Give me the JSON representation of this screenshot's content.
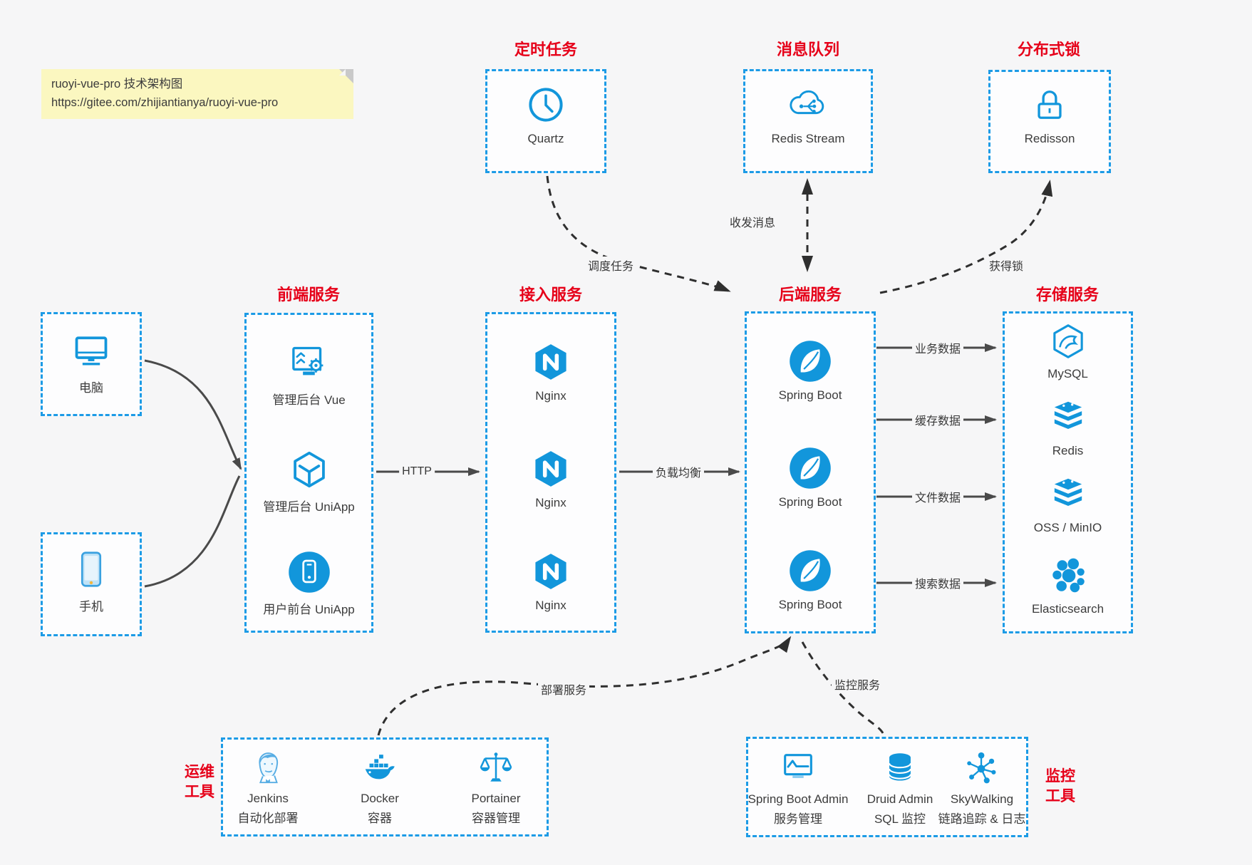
{
  "note": {
    "line1": "ruoyi-vue-pro 技术架构图",
    "line2": "https://gitee.com/zhijiantianya/ruoyi-vue-pro"
  },
  "top_services": [
    {
      "title": "定时任务",
      "label": "Quartz"
    },
    {
      "title": "消息队列",
      "label": "Redis Stream"
    },
    {
      "title": "分布式锁",
      "label": "Redisson"
    }
  ],
  "clients": [
    {
      "label": "电脑"
    },
    {
      "label": "手机"
    }
  ],
  "columns": [
    {
      "title": "前端服务",
      "items": [
        {
          "label": "管理后台 Vue"
        },
        {
          "label": "管理后台 UniApp"
        },
        {
          "label": "用户前台 UniApp"
        }
      ]
    },
    {
      "title": "接入服务",
      "items": [
        {
          "label": "Nginx"
        },
        {
          "label": "Nginx"
        },
        {
          "label": "Nginx"
        }
      ]
    },
    {
      "title": "后端服务",
      "items": [
        {
          "label": "Spring Boot"
        },
        {
          "label": "Spring Boot"
        },
        {
          "label": "Spring Boot"
        }
      ]
    },
    {
      "title": "存储服务",
      "items": [
        {
          "label": "MySQL"
        },
        {
          "label": "Redis"
        },
        {
          "label": "OSS / MinIO"
        },
        {
          "label": "Elasticsearch"
        }
      ]
    }
  ],
  "edge_labels": {
    "http": "HTTP",
    "load_balance": "负载均衡",
    "schedule": "调度任务",
    "message": "收发消息",
    "lock": "获得锁",
    "deploy": "部署服务",
    "monitor": "监控服务",
    "data": [
      "业务数据",
      "缓存数据",
      "文件数据",
      "搜索数据"
    ]
  },
  "ops_tools": {
    "tag_line1": "运维",
    "tag_line2": "工具",
    "items": [
      {
        "label": "Jenkins",
        "sub": "自动化部署"
      },
      {
        "label": "Docker",
        "sub": "容器"
      },
      {
        "label": "Portainer",
        "sub": "容器管理"
      }
    ]
  },
  "monitor_tools": {
    "tag_line1": "监控",
    "tag_line2": "工具",
    "items": [
      {
        "label": "Spring Boot Admin",
        "sub": "服务管理"
      },
      {
        "label": "Druid Admin",
        "sub": "SQL 监控"
      },
      {
        "label": "SkyWalking",
        "sub": "链路追踪 & 日志"
      }
    ]
  },
  "colors": {
    "accent_blue": "#1296db",
    "border_blue": "#1c9be6",
    "title_red": "#e60019",
    "background": "#f6f6f7",
    "label_text": "#3c3c3c",
    "arrow_gray": "#4a4a4a",
    "dash_dark": "#2f2f2f",
    "note_bg": "#fbf7c0"
  }
}
